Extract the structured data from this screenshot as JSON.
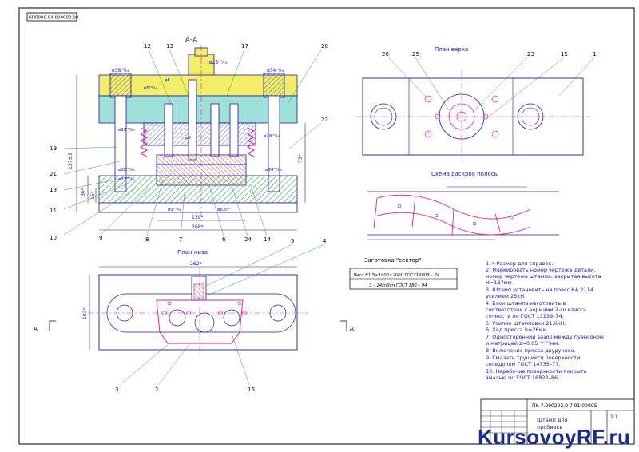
{
  "colors": {
    "frame": "#000000",
    "outline": "#1a1aa0",
    "hatch_green": "#2f9e55",
    "fill_yellow": "#f2ee6a",
    "fill_cyan": "#9fe0d8",
    "accent_magenta": "#d3249a",
    "label_blue": "#1b2d8a"
  },
  "stamp_code": "КП0000.04.000000.00",
  "section_title": "А–А",
  "top_view_title": "План верха",
  "bottom_view_title": "План низа",
  "strip_title": "Схема раскроя полосы",
  "blank_title": "Заготовка \"сектор\"",
  "blank_formula_top": "Лист  В1,5×1000×2000 ГОСТ19903 – 74",
  "blank_formula_bottom": "3 – 14сп3сп ГОСТ 380 – 94",
  "section_marks": {
    "left": "А",
    "right": "А"
  },
  "dimensions": {
    "d38": "ø38ⁿ⁹⁄ₕ₈",
    "d34": "ø34ⁿ⁹⁄ₕ₈",
    "d25": "ø25ᴴ⁷⁄ₖ₆",
    "d5": "ø5ᴴ⁷⁄ₕ₆",
    "d6": "ø6",
    "d28_l": "ø28ᴴ⁷⁄ₕ₆",
    "d28_r": "ø28ᴴ⁷⁄ₕ₆",
    "d38b": "ø38ᴴ⁷⁄ₕ₆",
    "d32": "ø32ᴴ⁷⁄ₕ₆",
    "d34b": "ø34ᴴ⁷⁄ₕ₆",
    "d9": "ø9ᴴ⁷⁄ₕ₆",
    "d65": "ø6,5ᴴ⁷",
    "d3": "ø3",
    "h137": "137±3",
    "h73": "73*",
    "h36": "36*",
    "h15": "15*",
    "w139": "139*",
    "w268": "268*",
    "w262": "262*",
    "h103": "103*"
  },
  "callouts_section": [
    "12",
    "13",
    "17",
    "20",
    "22",
    "19",
    "21",
    "18",
    "11",
    "10",
    "9",
    "8",
    "7",
    "6",
    "24",
    "14"
  ],
  "callouts_top": [
    "26",
    "25",
    "23",
    "15",
    "1"
  ],
  "callouts_bottom": [
    "5",
    "4",
    "3",
    "2",
    "16"
  ],
  "notes": [
    "1. * Размер для справок.",
    "2. Маркировать номер чертежа детали,",
    "   номер чертежа штампа, закрытая высота",
    "   Н=137мм.",
    "3. Штамп установить на пресс КА 2114",
    "   усилием 25кН.",
    "4. Блок штампа изготовить в",
    "   соответствии с нормами 2-го класса",
    "   точности по ГОСТ 13139–74.",
    "5. Усилие штамповки 21,6кН.",
    "6. Ход пресса  h=26мм.",
    "7. Односторонний зазор между пуансоном",
    "   и матрицей z=0,05 ⁺⁰·⁰²мм.",
    "8. Включение пресса двуручное.",
    "9. Смазать трущиеся поверхности",
    "   солидолом ГОСТ 14735–77.",
    "10. Нерабочие поверхности покрыть",
    "   эмалью по ГОСТ 16823–86."
  ],
  "title_block": {
    "doc_code": "ПК 7.090202.9 7 01.000СБ",
    "name_line1": "Штамп для",
    "name_line2": "пробивки",
    "scale": "1:1"
  },
  "watermark": "KursovoyRF.ru"
}
